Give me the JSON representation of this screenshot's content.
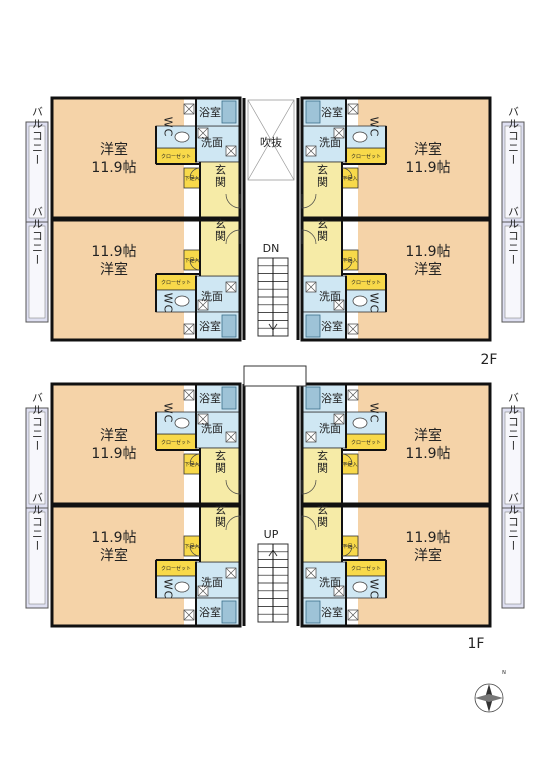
{
  "labels": {
    "room": "洋室",
    "size": "11.9帖",
    "balcony": "バルコニー",
    "bath": "浴室",
    "wash": "洗面",
    "wc": "WC",
    "entrance": "玄関",
    "closet": "クローゼット",
    "storage": "下足入",
    "void": "吹抜",
    "dn": "DN",
    "up": "UP",
    "floor2": "2F",
    "floor1": "1F",
    "north": "N"
  },
  "colors": {
    "room_floor": "#f5d3a8",
    "wet_floor": "#cfe7f3",
    "entrance_floor": "#f6eba7",
    "closet_fill": "#f8d94a",
    "balcony_fill": "#dfe0f2",
    "wall": "#111111"
  }
}
